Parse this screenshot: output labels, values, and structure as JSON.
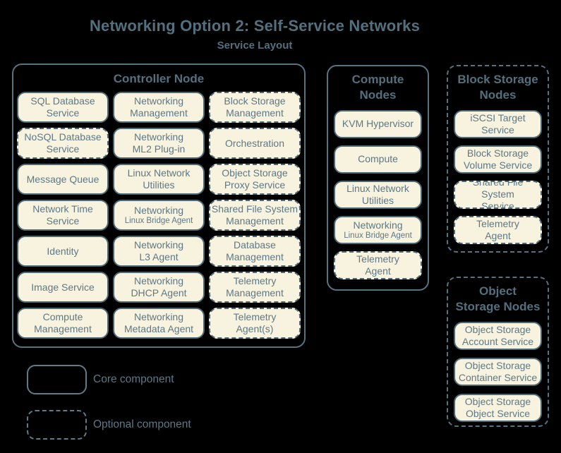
{
  "header": {
    "title": "Networking Option 2: Self-Service Networks",
    "subtitle": "Service Layout"
  },
  "colors": {
    "background": "#000000",
    "box_fill": "#f8f3de",
    "box_border": "#4d6975",
    "container_border": "#567381",
    "text": "#5d7887",
    "heading": "#53707e"
  },
  "controller": {
    "label": "Controller Node",
    "columns": [
      {
        "boxes": [
          {
            "label": "SQL Database\nService",
            "type": "core"
          },
          {
            "label": "NoSQL Database\nService",
            "type": "optional"
          },
          {
            "label": "Message Queue",
            "type": "core"
          },
          {
            "label": "Network Time\nService",
            "type": "core"
          },
          {
            "label": "Identity",
            "type": "core"
          },
          {
            "label": "Image Service",
            "type": "core"
          },
          {
            "label": "Compute\nManagement",
            "type": "core"
          }
        ]
      },
      {
        "boxes": [
          {
            "label": "Networking\nManagement",
            "type": "core"
          },
          {
            "label": "Networking\nML2 Plug-in",
            "type": "core"
          },
          {
            "label": "Linux Network\nUtilities",
            "type": "core"
          },
          {
            "label": "Networking",
            "sub": "Linux Bridge Agent",
            "type": "core"
          },
          {
            "label": "Networking\nL3 Agent",
            "type": "core"
          },
          {
            "label": "Networking\nDHCP Agent",
            "type": "core"
          },
          {
            "label": "Networking\nMetadata Agent",
            "type": "core"
          }
        ]
      },
      {
        "boxes": [
          {
            "label": "Block Storage\nManagement",
            "type": "optional"
          },
          {
            "label": "Orchestration",
            "type": "optional"
          },
          {
            "label": "Object Storage\nProxy Service",
            "type": "optional"
          },
          {
            "label": "Shared File System\nManagement",
            "type": "optional"
          },
          {
            "label": "Database\nManagement",
            "type": "optional"
          },
          {
            "label": "Telemetry\nManagement",
            "type": "optional"
          },
          {
            "label": "Telemetry\nAgent(s)",
            "type": "optional"
          }
        ]
      }
    ]
  },
  "compute": {
    "label": "Compute\nNodes",
    "boxes": [
      {
        "label": "KVM Hypervisor",
        "type": "core"
      },
      {
        "label": "Compute",
        "type": "core"
      },
      {
        "label": "Linux Network\nUtilities",
        "type": "core"
      },
      {
        "label": "Networking",
        "sub": "Linux Bridge Agent",
        "type": "core"
      },
      {
        "label": "Telemetry\nAgent",
        "type": "optional"
      }
    ]
  },
  "block_storage": {
    "label": "Block Storage\nNodes",
    "boxes": [
      {
        "label": "iSCSI Target\nService",
        "type": "core"
      },
      {
        "label": "Block Storage\nVolume Service",
        "type": "core"
      },
      {
        "label": "Shared File System\nService",
        "type": "optional"
      },
      {
        "label": "Telemetry\nAgent",
        "type": "optional"
      }
    ]
  },
  "object_storage": {
    "label": "Object\nStorage Nodes",
    "boxes": [
      {
        "label": "Object Storage\nAccount Service",
        "type": "core"
      },
      {
        "label": "Object Storage\nContainer Service",
        "type": "core"
      },
      {
        "label": "Object Storage\nObject Service",
        "type": "core"
      }
    ]
  },
  "legend": {
    "core_label": "Core component",
    "optional_label": "Optional component"
  }
}
